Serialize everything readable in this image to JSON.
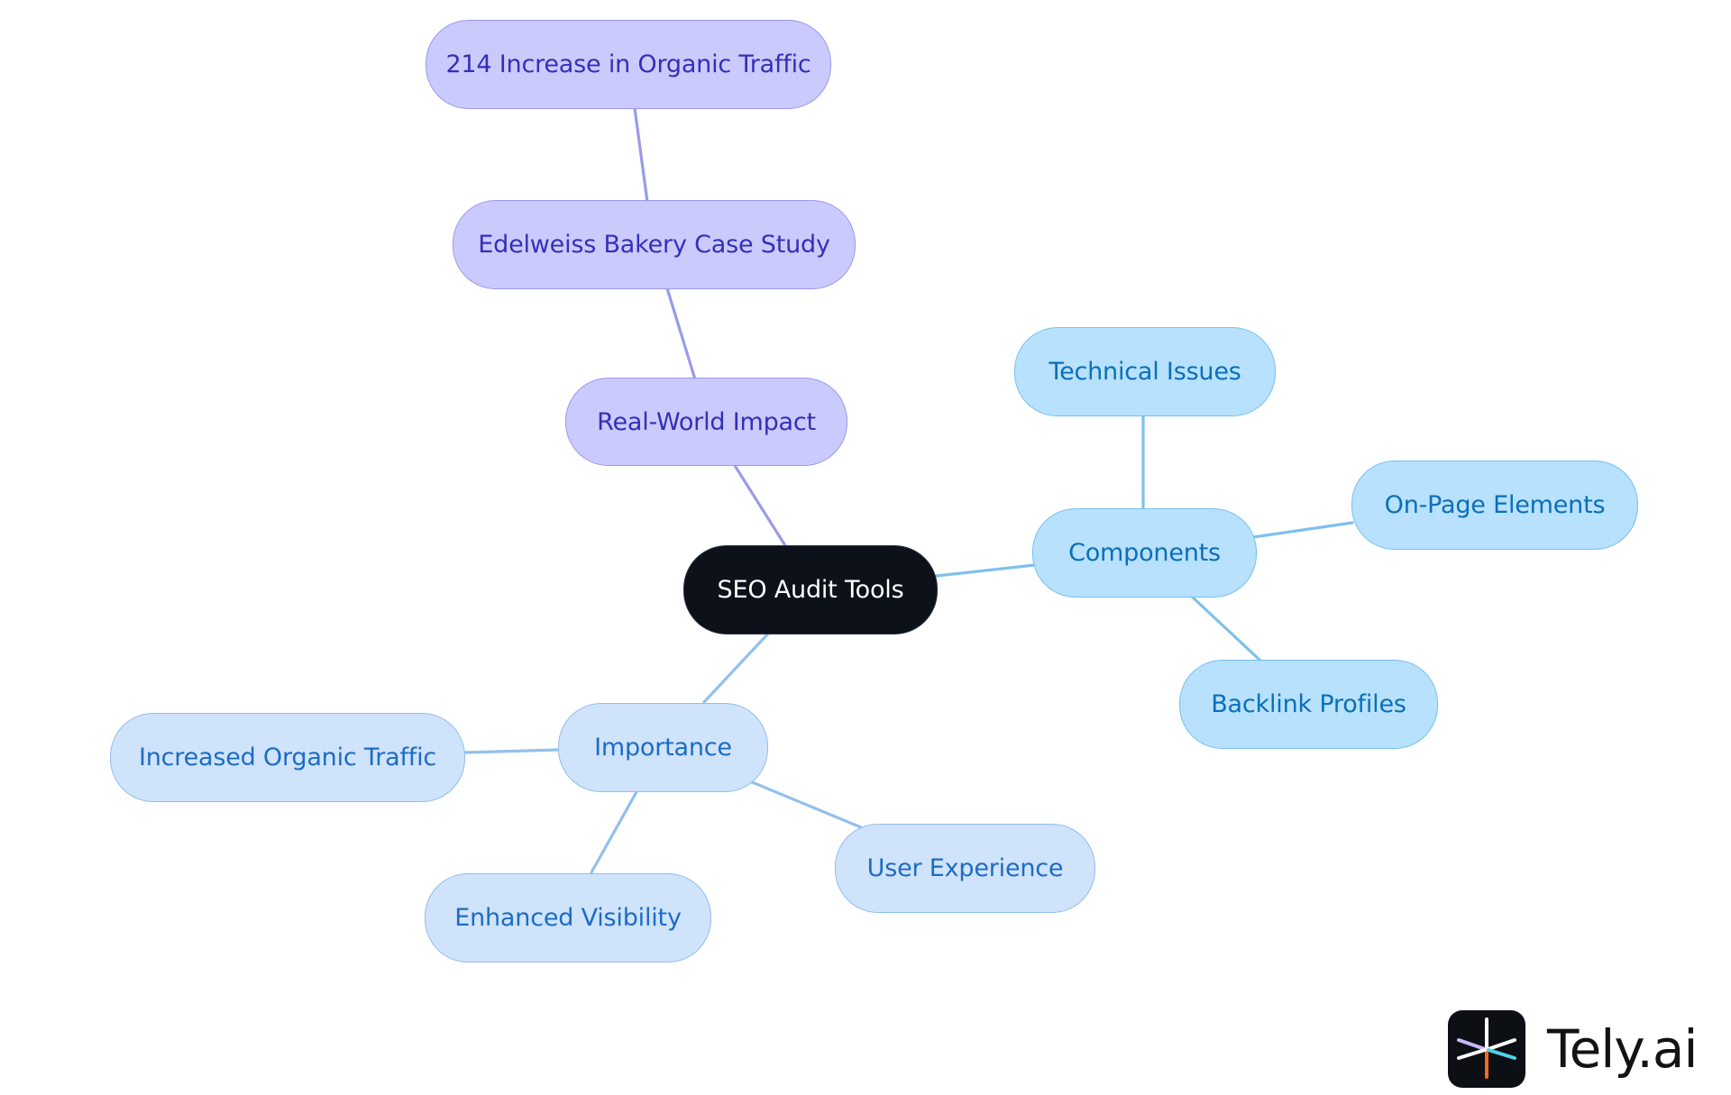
{
  "mindmap": {
    "root": {
      "label": "SEO Audit Tools"
    },
    "real_world_impact": {
      "label": "Real-World Impact",
      "case_study": "Edelweiss Bakery Case Study",
      "result": "214 Increase in Organic Traffic"
    },
    "components": {
      "label": "Components",
      "technical_issues": "Technical Issues",
      "on_page_elements": "On-Page Elements",
      "backlink_profiles": "Backlink Profiles"
    },
    "importance": {
      "label": "Importance",
      "increased_organic_traffic": "Increased Organic Traffic",
      "enhanced_visibility": "Enhanced Visibility",
      "user_experience": "User Experience"
    }
  },
  "brand": {
    "name": "Tely.ai",
    "logo_icon": "tely-asterisk-icon"
  },
  "colors": {
    "root_fill": "#0c111a",
    "purple_fill": "#cbcafd",
    "purple_text": "#3330b8",
    "sky_fill": "#b7e1fd",
    "sky_text": "#0b6fb8",
    "pale_fill": "#cfe3fb",
    "pale_text": "#1d6cc4"
  }
}
